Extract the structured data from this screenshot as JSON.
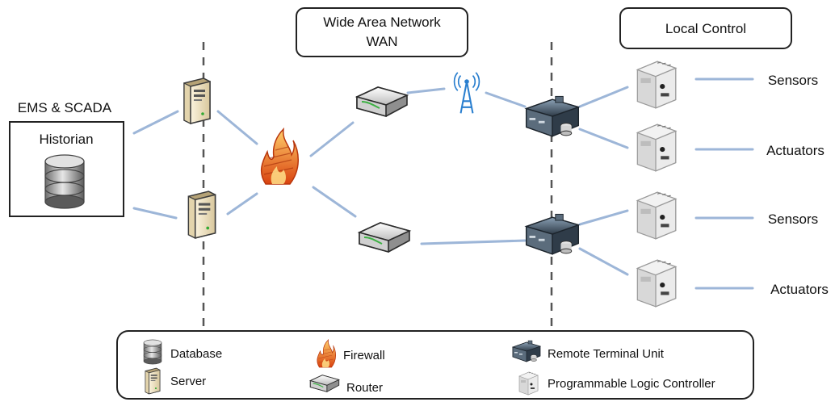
{
  "wan_box": {
    "line1": "Wide Area Network",
    "line2": "WAN"
  },
  "local_control": {
    "label": "Local Control"
  },
  "ems": {
    "label": "EMS & SCADA",
    "historian_label": "Historian"
  },
  "field_devices": [
    {
      "label": "Sensors"
    },
    {
      "label": "Actuators"
    },
    {
      "label": "Sensors"
    },
    {
      "label": "Actuators"
    }
  ],
  "legend": {
    "database": "Database",
    "server": "Server",
    "firewall": "Firewall",
    "router": "Router",
    "rtu": "Remote Terminal Unit",
    "plc": "Programmable Logic Controller"
  },
  "colors": {
    "connector": "#9db6d8",
    "zone_divider": "#555555",
    "firewall": "#e8711c",
    "router": "#d9d9d9",
    "rtu": "#4a5a6a",
    "plc": "#e4e4e4",
    "server": "#f1e4c2",
    "database": "#9a9a9a"
  }
}
